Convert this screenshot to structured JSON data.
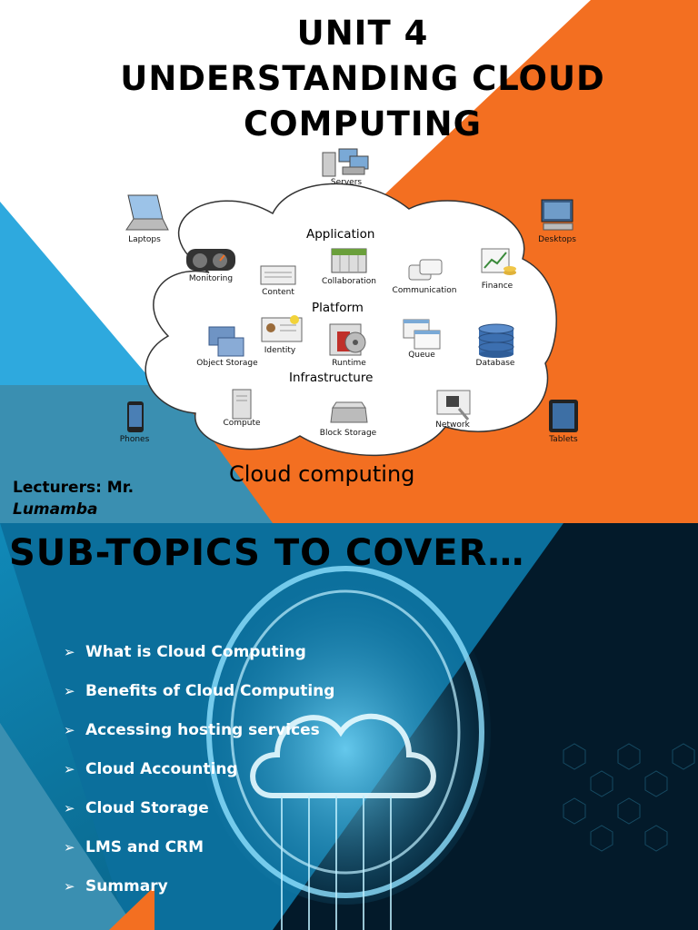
{
  "slide1": {
    "title_line1": "UNIT 4",
    "title_line2": "UNDERSTANDING CLOUD",
    "title_line3": "COMPUTING",
    "lecturers_label": "Lecturers: Mr.",
    "lecturers_name": "Lumamba",
    "diagram": {
      "caption": "Cloud computing",
      "sections": {
        "application": "Application",
        "platform": "Platform",
        "infrastructure": "Infrastructure"
      },
      "outer_devices": {
        "servers": "Servers",
        "laptops": "Laptops",
        "desktops": "Desktops",
        "phones": "Phones",
        "tablets": "Tablets"
      },
      "application_items": {
        "monitoring": "Monitoring",
        "content": "Content",
        "collaboration": "Collaboration",
        "communication": "Communication",
        "finance": "Finance"
      },
      "platform_items": {
        "object_storage": "Object Storage",
        "identity": "Identity",
        "runtime": "Runtime",
        "queue": "Queue",
        "database": "Database"
      },
      "infrastructure_items": {
        "compute": "Compute",
        "block_storage": "Block Storage",
        "network": "Network"
      }
    },
    "colors": {
      "orange": "#f36f21",
      "light_blue": "#2ea9de",
      "teal": "#3a8fb1"
    }
  },
  "slide2": {
    "title": "SUB-TOPICS TO COVER…",
    "bullets": [
      "What is Cloud Computing",
      "Benefits of Cloud Computing",
      "Accessing hosting services",
      "Cloud Accounting",
      "Cloud Storage",
      "LMS and CRM",
      "Summary"
    ],
    "bullet_glyph": "➢"
  }
}
